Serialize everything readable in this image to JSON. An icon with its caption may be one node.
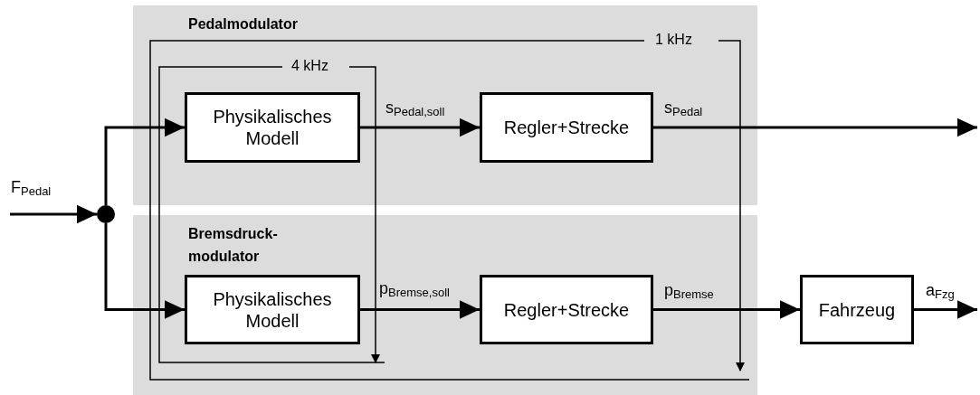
{
  "diagram": {
    "nodes": [
      {
        "text": [
          "Pedalmodulator"
        ]
      },
      {
        "text": [
          "Physikalisches Modell"
        ],
        "in": 0
      },
      {
        "text": [
          "Regler+Strecke"
        ],
        "in": 0
      },
      {
        "text": [
          "Bremsdruck- modulator"
        ]
      },
      {
        "text": [
          "Physikalisches Modell"
        ],
        "in": 3
      },
      {
        "text": [
          "Regler+Strecke"
        ],
        "in": 3
      },
      {
        "text": [
          "Fahrzeug"
        ]
      },
      {
        "text": [],
        "shape": "circle"
      }
    ],
    "edges": [
      {
        "from": null,
        "to": 7,
        "arrow": "to",
        "label": "F$_{Pedal}$"
      },
      {
        "from": 7,
        "to": 1,
        "arrow": "to"
      },
      {
        "from": 7,
        "to": 4,
        "arrow": "to"
      },
      {
        "from": 1,
        "to": 2,
        "arrow": "to",
        "label": "s$_{Pedal,soll}$"
      },
      {
        "from": 2,
        "to": null,
        "arrow": "to",
        "label": "s$_{Pedal}$"
      },
      {
        "from": 4,
        "to": 5,
        "arrow": "to",
        "label": "p$_{Bremse,soll}$"
      },
      {
        "from": 5,
        "to": 6,
        "arrow": "to",
        "label": "p$_{Bremse}$"
      },
      {
        "from": 6,
        "to": null,
        "arrow": "to",
        "label": "a$_{Fzg}$"
      }
    ],
    "labels": [
      "4 kHz",
      "1 kHz"
    ]
  }
}
